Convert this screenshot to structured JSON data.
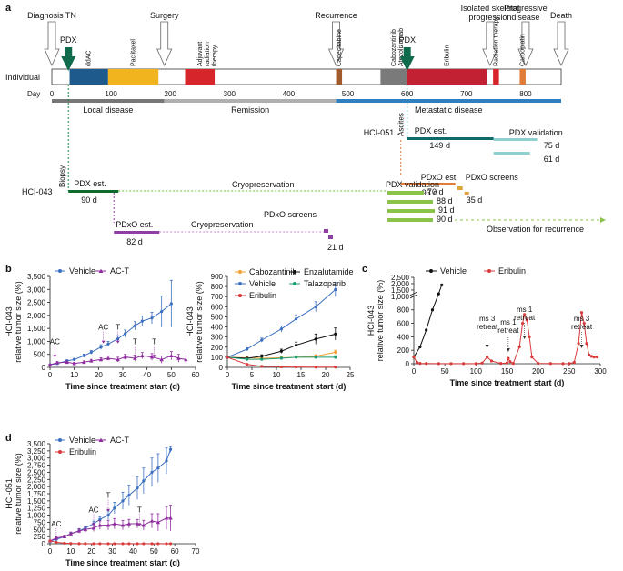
{
  "panel_letters": [
    "a",
    "b",
    "c",
    "d"
  ],
  "timeline": {
    "events": [
      {
        "label": "Diagnosis TN",
        "day": 0
      },
      {
        "label": "Surgery",
        "day": 190
      },
      {
        "label": "Recurrence",
        "day": 480
      },
      {
        "label": "Isolated skeletal\nprogression",
        "day": 740
      },
      {
        "label": "Progressive\ndisease",
        "day": 800
      },
      {
        "label": "Death",
        "day": 860
      }
    ],
    "row_label": "Individual",
    "day_label": "Day",
    "day_ticks": [
      0,
      100,
      200,
      300,
      400,
      500,
      600,
      700,
      800
    ],
    "treatments": [
      {
        "label": "ddAC",
        "start": 30,
        "end": 95,
        "color": "#1f5a8c"
      },
      {
        "label": "Paclitaxel",
        "start": 95,
        "end": 180,
        "color": "#f2b41e"
      },
      {
        "label": "Adjuvant\nradiation\ntherapy",
        "start": 225,
        "end": 275,
        "color": "#d7262b"
      },
      {
        "label": "Capecitabine",
        "start": 480,
        "end": 490,
        "color": "#a05a2c"
      },
      {
        "label": "Cabozantinib\nAtezolizumab",
        "start": 555,
        "end": 600,
        "color": "#7a7a7a"
      },
      {
        "label": "Eribulin",
        "start": 600,
        "end": 735,
        "color": "#c22033"
      },
      {
        "label": "Radiation therapy",
        "start": 745,
        "end": 755,
        "color": "#d7262b"
      },
      {
        "label": "Carboplatin",
        "start": 790,
        "end": 800,
        "color": "#e07b39"
      }
    ],
    "phases": [
      {
        "label": "Local disease",
        "start": 0,
        "end": 190,
        "color": "#777777"
      },
      {
        "label": "Remission",
        "start": 190,
        "end": 480,
        "color": "#b0b0b0"
      },
      {
        "label": "Metastatic disease",
        "start": 480,
        "end": 860,
        "color": "#2e7fc1"
      }
    ],
    "pdx_marks": [
      {
        "label": "PDX",
        "day": 28
      },
      {
        "label": "PDX",
        "day": 600
      }
    ],
    "hci051": {
      "name": "HCI-051",
      "source": "Ascites",
      "est_label": "PDX est.",
      "est_duration": "149 d",
      "validation_label": "PDX validation",
      "validation_durations": [
        "75 d",
        "61 d"
      ],
      "pdxo_est_label": "PDxO est.",
      "pdxo_est_duration": "93 d",
      "pdxo_screens_label": "PDxO screens",
      "pdxo_screens_duration": "35 d"
    },
    "hci043": {
      "name": "HCI-043",
      "source": "Biopsy",
      "est_label": "PDX est.",
      "est_duration": "90 d",
      "cryo_label": "Cryopreservation",
      "validation_label": "PDX validation",
      "validation_durations": [
        "70 d",
        "88 d",
        "91 d",
        "90 d"
      ],
      "observation_label": "Observation for recurrence",
      "pdxo_est_label": "PDxO est.",
      "pdxo_est_duration": "82 d",
      "cryo2_label": "Cryopreservation",
      "pdxo_screens_label": "PDxO screens",
      "pdxo_screens_duration": "21 d"
    }
  },
  "chart_data": [
    {
      "id": "b-left",
      "type": "line",
      "ylabel": "HCI-043\nrelative tumor size (%)",
      "xlabel": "Time since treatment start (d)",
      "xlim": [
        0,
        60
      ],
      "ylim": [
        0,
        3500
      ],
      "xticks": [
        0,
        10,
        20,
        30,
        40,
        50,
        60
      ],
      "yticks": [
        0,
        500,
        1000,
        1500,
        2000,
        2500,
        3000,
        3500
      ],
      "ytick_labels": [
        "0",
        "500",
        "1,000",
        "1,500",
        "2,000",
        "2,500",
        "3,000",
        "3,500"
      ],
      "legend": "top-left",
      "annotations": [
        {
          "text": "AC",
          "x": 2,
          "y": 900
        },
        {
          "text": "AC",
          "x": 22,
          "y": 1450
        },
        {
          "text": "T",
          "x": 28,
          "y": 1450
        },
        {
          "text": "T",
          "x": 35,
          "y": 900
        },
        {
          "text": "T",
          "x": 43,
          "y": 900
        }
      ],
      "series": [
        {
          "name": "Vehicle",
          "color": "#3b6fc0",
          "marker": "circle",
          "x": [
            0,
            3,
            7,
            10,
            14,
            17,
            21,
            24,
            28,
            31,
            35,
            38,
            42,
            46,
            50
          ],
          "y": [
            100,
            150,
            250,
            300,
            450,
            580,
            780,
            900,
            1100,
            1300,
            1600,
            1780,
            1900,
            2150,
            2450
          ],
          "err": [
            20,
            30,
            40,
            50,
            60,
            70,
            90,
            100,
            120,
            140,
            160,
            200,
            220,
            600,
            900
          ]
        },
        {
          "name": "AC-T",
          "color": "#8e2c9e",
          "marker": "triangle",
          "x": [
            0,
            3,
            7,
            10,
            14,
            17,
            21,
            24,
            28,
            31,
            35,
            38,
            42,
            46,
            50,
            53,
            56
          ],
          "y": [
            100,
            180,
            200,
            150,
            200,
            250,
            300,
            350,
            300,
            400,
            350,
            450,
            400,
            300,
            450,
            350,
            300
          ],
          "err": [
            20,
            40,
            50,
            40,
            50,
            60,
            70,
            80,
            90,
            100,
            110,
            120,
            130,
            140,
            160,
            150,
            140
          ]
        }
      ]
    },
    {
      "id": "b-right",
      "type": "line",
      "ylabel": "HCI-043\nrelative tumor size (%)",
      "xlabel": "Time since treatment start (d)",
      "xlim": [
        0,
        25
      ],
      "ylim": [
        0,
        900
      ],
      "xticks": [
        0,
        5,
        10,
        15,
        20,
        25
      ],
      "yticks": [
        0,
        100,
        200,
        300,
        400,
        500,
        600,
        700,
        800,
        900
      ],
      "ytick_labels": [
        "0",
        "100",
        "200",
        "300",
        "400",
        "500",
        "600",
        "700",
        "800",
        "900"
      ],
      "legend": "top",
      "series": [
        {
          "name": "Cabozantinib",
          "color": "#f2a22e",
          "marker": "circle",
          "x": [
            0,
            4,
            7,
            11,
            14,
            18,
            22
          ],
          "y": [
            100,
            95,
            90,
            95,
            100,
            110,
            150
          ],
          "err": [
            5,
            8,
            8,
            10,
            12,
            15,
            20
          ]
        },
        {
          "name": "Enzalutamide",
          "color": "#111111",
          "marker": "circle",
          "x": [
            0,
            4,
            7,
            11,
            14,
            18,
            22
          ],
          "y": [
            100,
            90,
            110,
            160,
            220,
            280,
            330
          ],
          "err": [
            5,
            10,
            15,
            20,
            30,
            50,
            60
          ]
        },
        {
          "name": "Vehicle",
          "color": "#3b6fc0",
          "marker": "circle",
          "x": [
            0,
            4,
            7,
            11,
            14,
            18,
            22
          ],
          "y": [
            100,
            180,
            270,
            380,
            480,
            600,
            770
          ],
          "err": [
            5,
            15,
            20,
            30,
            40,
            50,
            70
          ]
        },
        {
          "name": "Talazoparib",
          "color": "#1a9b73",
          "marker": "circle",
          "x": [
            0,
            4,
            7,
            11,
            14,
            18,
            22
          ],
          "y": [
            100,
            80,
            80,
            90,
            100,
            100,
            100
          ],
          "err": [
            5,
            8,
            8,
            10,
            10,
            12,
            15
          ]
        },
        {
          "name": "Eribulin",
          "color": "#d93a3a",
          "marker": "circle",
          "x": [
            0,
            4,
            7,
            11,
            14,
            18,
            22
          ],
          "y": [
            100,
            30,
            10,
            5,
            3,
            2,
            2
          ],
          "err": [
            3,
            5,
            3,
            2,
            1,
            1,
            1
          ]
        }
      ]
    },
    {
      "id": "c",
      "type": "line",
      "ylabel": "HCI-043\nrelative tumor size (%)",
      "xlabel": "Time since treatment start (d)",
      "xlim": [
        0,
        300
      ],
      "ylim": [
        0,
        2500
      ],
      "xticks": [
        0,
        50,
        100,
        150,
        200,
        250,
        300
      ],
      "yticks": [
        0,
        200,
        400,
        600,
        800,
        1000,
        1500,
        2000,
        2500
      ],
      "ytick_labels": [
        "0",
        "200",
        "400",
        "600",
        "800",
        "1,000",
        "1,500",
        "2,000",
        "2,500"
      ],
      "broken_axis": true,
      "legend": "top-left",
      "annotations": [
        {
          "text": "ms 3\nretreat",
          "x": 118
        },
        {
          "text": "ms 1\nretreat",
          "x": 152
        },
        {
          "text": "ms 1\nretreat",
          "x": 178
        },
        {
          "text": "ms 3\nretreat",
          "x": 270
        }
      ],
      "series": [
        {
          "name": "Vehicle",
          "color": "#111111",
          "marker": "circle",
          "x": [
            0,
            10,
            20,
            30,
            40,
            45
          ],
          "y": [
            100,
            250,
            500,
            800,
            1200,
            1900
          ]
        },
        {
          "name": "Eribulin",
          "color": "#d93a3a",
          "marker": "circle",
          "x": [
            0,
            5,
            10,
            20,
            40,
            60,
            80,
            100,
            110,
            118,
            125,
            140,
            150,
            152,
            155,
            160,
            170,
            175,
            178,
            182,
            186,
            190,
            200,
            220,
            240,
            250,
            258,
            265,
            270,
            274,
            278,
            282,
            286,
            290,
            295
          ],
          "y": [
            100,
            20,
            5,
            3,
            2,
            2,
            2,
            2,
            10,
            100,
            40,
            5,
            10,
            80,
            30,
            5,
            250,
            600,
            730,
            650,
            400,
            100,
            5,
            3,
            2,
            3,
            20,
            300,
            760,
            600,
            300,
            130,
            110,
            100,
            100
          ]
        }
      ]
    },
    {
      "id": "d",
      "type": "line",
      "ylabel": "HCI-051\nrelative tumor size (%)",
      "xlabel": "Time since treatment start (d)",
      "xlim": [
        0,
        70
      ],
      "ylim": [
        0,
        3500
      ],
      "xticks": [
        0,
        10,
        20,
        30,
        40,
        50,
        60,
        70
      ],
      "yticks": [
        0,
        250,
        500,
        750,
        1000,
        1250,
        1500,
        1750,
        2000,
        2250,
        2500,
        2750,
        3000,
        3250,
        3500
      ],
      "ytick_labels": [
        "0",
        "250",
        "500",
        "750",
        "1,000",
        "1,250",
        "1,500",
        "1,750",
        "2,000",
        "2,250",
        "2,500",
        "2,750",
        "3,000",
        "3,250",
        "3,500"
      ],
      "legend": "top-left",
      "annotations": [
        {
          "text": "AC",
          "x": 3,
          "y": 600
        },
        {
          "text": "AC",
          "x": 21,
          "y": 1100
        },
        {
          "text": "T",
          "x": 28,
          "y": 1600
        },
        {
          "text": "T",
          "x": 43,
          "y": 1100
        }
      ],
      "series": [
        {
          "name": "Vehicle",
          "color": "#3b6fc0",
          "marker": "circle",
          "x": [
            0,
            3,
            7,
            10,
            14,
            17,
            21,
            24,
            28,
            31,
            35,
            38,
            42,
            45,
            49,
            52,
            56,
            58
          ],
          "y": [
            100,
            150,
            250,
            350,
            450,
            550,
            700,
            850,
            1000,
            1250,
            1500,
            1700,
            1950,
            2200,
            2500,
            2650,
            2900,
            3300
          ],
          "err": [
            20,
            30,
            40,
            50,
            60,
            70,
            90,
            100,
            150,
            200,
            300,
            350,
            400,
            450,
            500,
            500,
            450,
            100
          ]
        },
        {
          "name": "AC-T",
          "color": "#8e2c9e",
          "marker": "triangle",
          "x": [
            0,
            3,
            7,
            10,
            14,
            17,
            21,
            24,
            28,
            31,
            35,
            38,
            42,
            45,
            49,
            52,
            56,
            58
          ],
          "y": [
            100,
            200,
            250,
            350,
            450,
            500,
            550,
            650,
            650,
            700,
            650,
            700,
            700,
            650,
            800,
            750,
            900,
            900
          ],
          "err": [
            20,
            40,
            50,
            60,
            80,
            100,
            120,
            150,
            170,
            180,
            160,
            150,
            150,
            170,
            250,
            300,
            400,
            450
          ]
        },
        {
          "name": "Eribulin",
          "color": "#d93a3a",
          "marker": "circle",
          "x": [
            0,
            3,
            7,
            10,
            14,
            17,
            21,
            24,
            28,
            31,
            35,
            38,
            42,
            45,
            49,
            52,
            56,
            58
          ],
          "y": [
            100,
            50,
            20,
            10,
            5,
            3,
            2,
            2,
            2,
            2,
            2,
            2,
            2,
            2,
            2,
            2,
            2,
            2
          ]
        }
      ]
    }
  ]
}
